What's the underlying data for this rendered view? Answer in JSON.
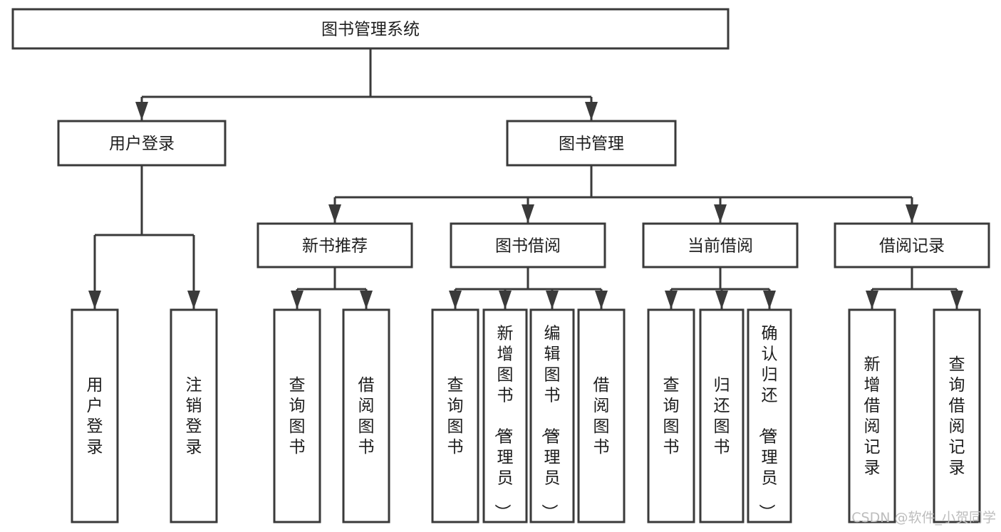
{
  "diagram": {
    "title": "图书管理系统",
    "type": "tree",
    "orientation": "top-down",
    "colors": {
      "box_stroke": "#3a3a3a",
      "box_fill": "#ffffff",
      "connector": "#3a3a3a",
      "text": "#1d1d1d",
      "watermark": "#bdbdbd",
      "background": "#ffffff"
    },
    "root": {
      "id": "root",
      "label": "图书管理系统",
      "orientation": "horizontal"
    },
    "level2": [
      {
        "id": "user-login",
        "label": "用户登录",
        "orientation": "horizontal"
      },
      {
        "id": "book-management",
        "label": "图书管理",
        "orientation": "horizontal"
      }
    ],
    "level3": [
      {
        "id": "new-book-recommend",
        "label": "新书推荐",
        "orientation": "horizontal",
        "parent": "book-management"
      },
      {
        "id": "book-borrow",
        "label": "图书借阅",
        "orientation": "horizontal",
        "parent": "book-management"
      },
      {
        "id": "current-borrow",
        "label": "当前借阅",
        "orientation": "horizontal",
        "parent": "book-management"
      },
      {
        "id": "borrow-record",
        "label": "借阅记录",
        "orientation": "horizontal",
        "parent": "book-management"
      }
    ],
    "leaves": {
      "user-login": [
        {
          "id": "leaf-user-login",
          "label": "用户登录",
          "orientation": "vertical"
        },
        {
          "id": "leaf-user-logout",
          "label": "注销登录",
          "orientation": "vertical"
        }
      ],
      "new-book-recommend": [
        {
          "id": "leaf-query-book-1",
          "label": "查询图书",
          "orientation": "vertical"
        },
        {
          "id": "leaf-borrow-book-1",
          "label": "借阅图书",
          "orientation": "vertical"
        }
      ],
      "book-borrow": [
        {
          "id": "leaf-query-book-2",
          "label": "查询图书",
          "orientation": "vertical"
        },
        {
          "id": "leaf-add-book",
          "label": "新增图书（管理员）",
          "orientation": "vertical"
        },
        {
          "id": "leaf-edit-book",
          "label": "编辑图书（管理员）",
          "orientation": "vertical"
        },
        {
          "id": "leaf-borrow-book-2",
          "label": "借阅图书",
          "orientation": "vertical"
        }
      ],
      "current-borrow": [
        {
          "id": "leaf-query-book-3",
          "label": "查询图书",
          "orientation": "vertical"
        },
        {
          "id": "leaf-return-book",
          "label": "归还图书",
          "orientation": "vertical"
        },
        {
          "id": "leaf-confirm-return",
          "label": "确认归还（管理员）",
          "orientation": "vertical"
        }
      ],
      "borrow-record": [
        {
          "id": "leaf-add-record",
          "label": "新增借阅记录",
          "orientation": "vertical"
        },
        {
          "id": "leaf-query-record",
          "label": "查询借阅记录",
          "orientation": "vertical"
        }
      ]
    }
  },
  "watermark": {
    "text": "CSDN @软件_小贺同学"
  }
}
